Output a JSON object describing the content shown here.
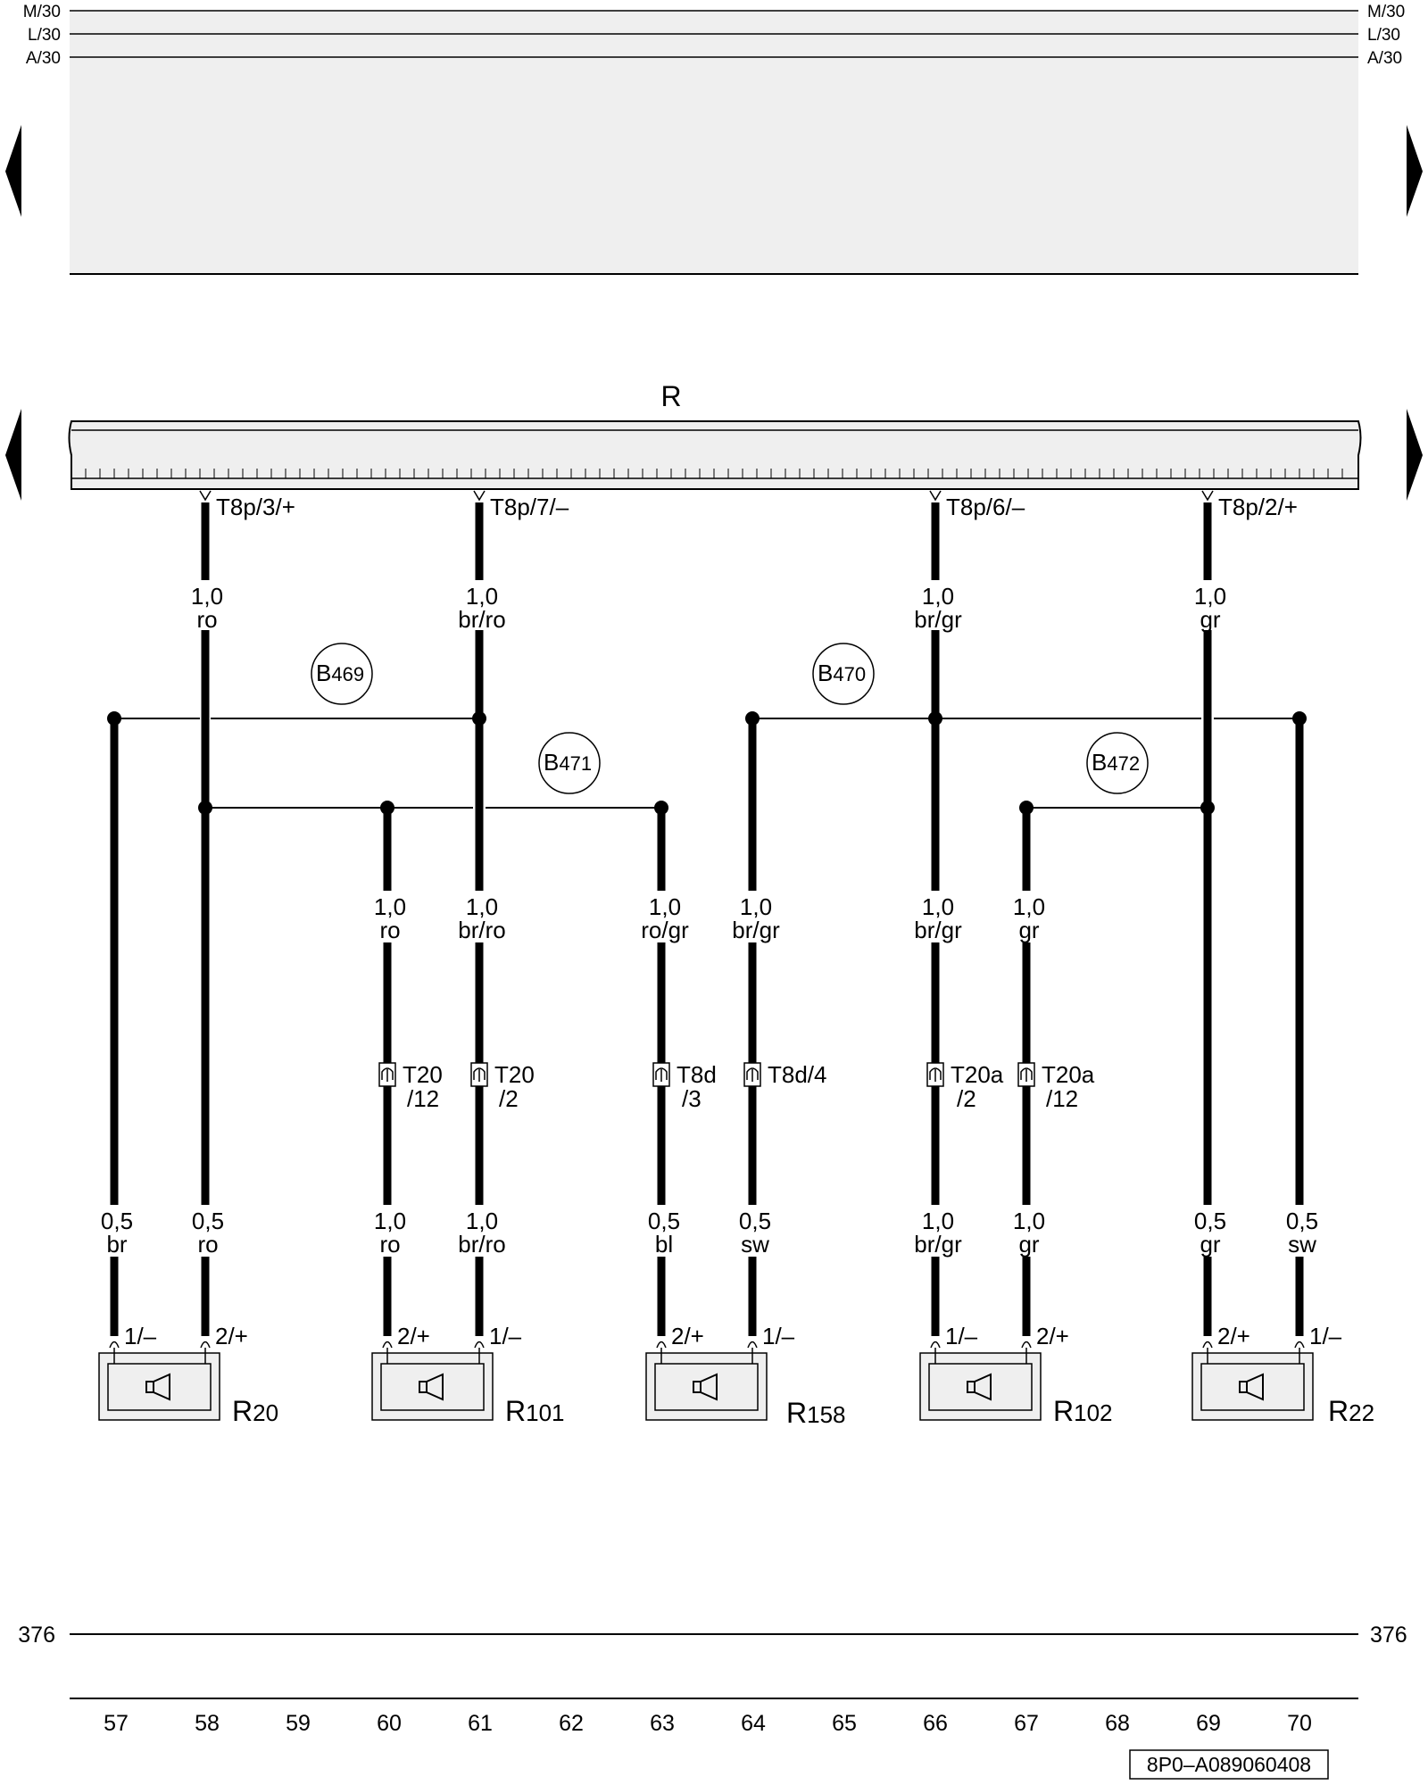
{
  "top_rails": [
    {
      "left": "M/30",
      "right": "M/30"
    },
    {
      "left": "L/30",
      "right": "L/30"
    },
    {
      "left": "A/30",
      "right": "A/30"
    }
  ],
  "radio": {
    "label": "R"
  },
  "radio_connectors": [
    {
      "pin": "T8p/3/+",
      "size": "1,0",
      "color": "ro"
    },
    {
      "pin": "T8p/7/–",
      "size": "1,0",
      "color": "br/ro"
    },
    {
      "pin": "T8p/6/–",
      "size": "1,0",
      "color": "br/gr"
    },
    {
      "pin": "T8p/2/+",
      "size": "1,0",
      "color": "gr"
    }
  ],
  "splices": [
    {
      "main": "B",
      "sub": "469"
    },
    {
      "main": "B",
      "sub": "470"
    },
    {
      "main": "B",
      "sub": "471"
    },
    {
      "main": "B",
      "sub": "472"
    }
  ],
  "mid_wires": [
    {
      "size": "1,0",
      "color": "ro"
    },
    {
      "size": "1,0",
      "color": "br/ro"
    },
    {
      "size": "1,0",
      "color": "ro/gr"
    },
    {
      "size": "1,0",
      "color": "br/gr"
    },
    {
      "size": "1,0",
      "color": "br/gr"
    },
    {
      "size": "1,0",
      "color": "gr"
    }
  ],
  "connectors": [
    {
      "line1": "T20",
      "line2": "/12"
    },
    {
      "line1": "T20",
      "line2": "/2"
    },
    {
      "line1": "T8d",
      "line2": "/3"
    },
    {
      "line1": "T8d/4",
      "line2": ""
    },
    {
      "line1": "T20a",
      "line2": "/2"
    },
    {
      "line1": "T20a",
      "line2": "/12"
    }
  ],
  "low_wires": [
    {
      "size": "0,5",
      "color": "br"
    },
    {
      "size": "0,5",
      "color": "ro"
    },
    {
      "size": "1,0",
      "color": "ro"
    },
    {
      "size": "1,0",
      "color": "br/ro"
    },
    {
      "size": "0,5",
      "color": "bl"
    },
    {
      "size": "0,5",
      "color": "sw"
    },
    {
      "size": "1,0",
      "color": "br/gr"
    },
    {
      "size": "1,0",
      "color": "gr"
    },
    {
      "size": "0,5",
      "color": "gr"
    },
    {
      "size": "0,5",
      "color": "sw"
    }
  ],
  "speaker_pins": [
    "1/–",
    "2/+",
    "2/+",
    "1/–",
    "2/+",
    "1/–",
    "1/–",
    "2/+",
    "2/+",
    "1/–"
  ],
  "speakers": [
    {
      "main": "R",
      "sub": "20",
      "icon": "speaker-icon"
    },
    {
      "main": "R",
      "sub": "101",
      "icon": "speaker-icon"
    },
    {
      "main": "R",
      "sub": "158",
      "icon": "speaker-icon"
    },
    {
      "main": "R",
      "sub": "102",
      "icon": "speaker-icon"
    },
    {
      "main": "R",
      "sub": "22",
      "icon": "speaker-icon"
    }
  ],
  "ground_rail": {
    "left": "376",
    "right": "376"
  },
  "columns": [
    "57",
    "58",
    "59",
    "60",
    "61",
    "62",
    "63",
    "64",
    "65",
    "66",
    "67",
    "68",
    "69",
    "70"
  ],
  "drawing_code": "8P0–A089060408",
  "nav_icons": [
    "arrow-left-icon",
    "arrow-right-icon"
  ]
}
